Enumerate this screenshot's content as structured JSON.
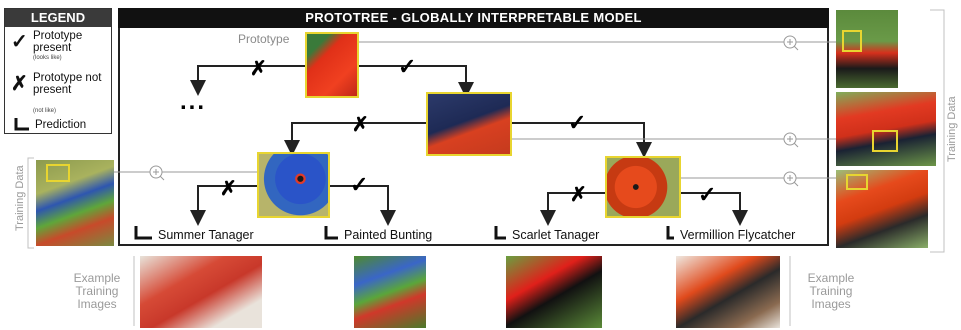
{
  "legend": {
    "title": "LEGEND",
    "present_symbol": "✓",
    "present_label": "Prototype present",
    "present_small": "(looks like)",
    "absent_symbol": "✗",
    "absent_label": "Prototype not present",
    "absent_small": "(not like)",
    "prediction_label": "Prediction"
  },
  "main": {
    "title": "PROTOTREE - GLOBALLY INTERPRETABLE MODEL",
    "prototype_label": "Prototype",
    "ellipsis": "...",
    "leaves": [
      "Summer Tanager",
      "Painted Bunting",
      "Scarlet Tanager",
      "Vermillion Flycatcher"
    ]
  },
  "side": {
    "left_label": "Training Data",
    "right_label": "Training Data"
  },
  "examples": {
    "left_label": "Example Training Images",
    "right_label": "Example Training Images"
  },
  "colors": {
    "highlight": "#e8d530",
    "line": "#222222",
    "gray": "#9a9a9a"
  }
}
